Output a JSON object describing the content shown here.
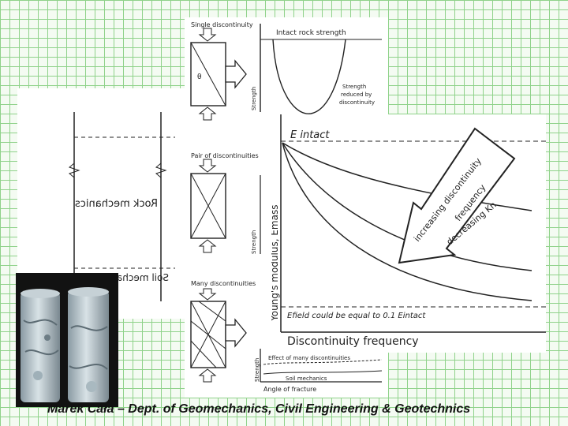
{
  "left_diagram": {
    "rock_mechanics_label": "Rock mechanics",
    "soil_mechanics_label": "Soil mechanics"
  },
  "middle_diagram": {
    "single_label": "Single discontinuity",
    "pair_label": "Pair of discontinuities",
    "many_label": "Many discontinuities",
    "theta_label": "θ",
    "intact_label": "Intact rock strength",
    "reduced_label_1": "Strength",
    "reduced_label_2": "reduced by",
    "reduced_label_3": "discontinuity",
    "strength_axis": "Strength",
    "many_effect_label": "Effect of many discontinuities",
    "soil_mech_curve_label": "Soil mechanics",
    "angle_axis": "Angle of fracture"
  },
  "modulus_chart": {
    "e_intact": "E intact",
    "ylabel": "Young's modulus, Emass",
    "xlabel": "Discontinuity frequency",
    "arrow_label_1": "increasing discontinuity",
    "arrow_label_2": "frequency",
    "arrow_label_3": "decreasing Kn",
    "efield_label": "Efield could be equal to 0.1 Eintact"
  },
  "footer": "Marek Cała – Dept. of Geomechanics, Civil Engineering & Geotechnics",
  "colors": {
    "grid": "#8fd28a",
    "arrow_fill": "#ffffff",
    "ink": "#222222"
  }
}
